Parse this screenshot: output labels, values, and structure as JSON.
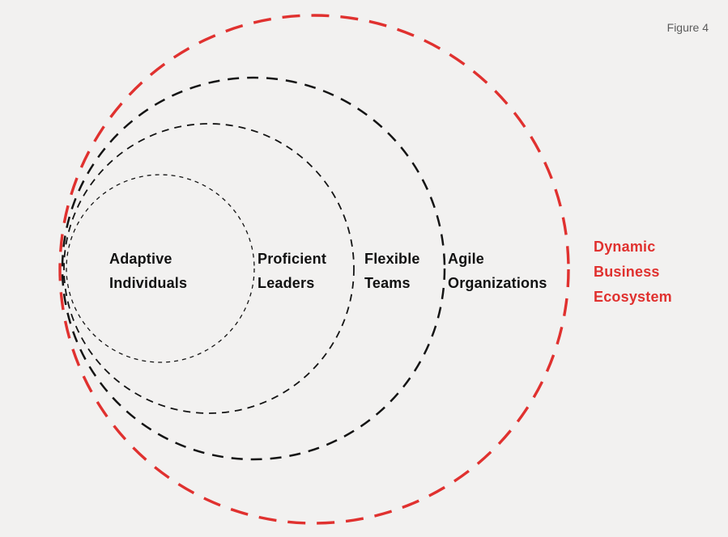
{
  "figure_label": "Figure 4",
  "diagram": {
    "background_color": "#f2f1f0",
    "text_color": "#111111",
    "accent_color": "#e0312f",
    "circles": [
      {
        "name": "adaptive-individuals-boundary",
        "color": "#141414"
      },
      {
        "name": "proficient-leaders-boundary",
        "color": "#141414"
      },
      {
        "name": "flexible-teams-boundary",
        "color": "#141414"
      },
      {
        "name": "dynamic-business-ecosystem-boundary",
        "color": "#e0312f"
      }
    ],
    "labels": [
      {
        "text": "Adaptive Individuals",
        "lines": [
          "Adaptive",
          "Individuals"
        ],
        "color": "#111111"
      },
      {
        "text": "Proficient Leaders",
        "lines": [
          "Proficient",
          "Leaders"
        ],
        "color": "#111111"
      },
      {
        "text": "Flexible Teams",
        "lines": [
          "Flexible",
          "Teams"
        ],
        "color": "#111111"
      },
      {
        "text": "Agile Organizations",
        "lines": [
          "Agile",
          "Organizations"
        ],
        "color": "#111111"
      },
      {
        "text": "Dynamic Business Ecosystem",
        "lines": [
          "Dynamic",
          "Business",
          "Ecosystem"
        ],
        "color": "#e0312f"
      }
    ]
  }
}
